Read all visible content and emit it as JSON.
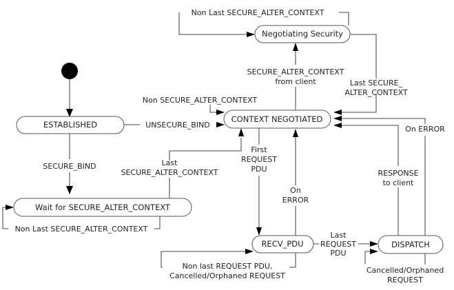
{
  "diagram": {
    "type": "state-machine",
    "initial_state": "ESTABLISHED",
    "states": {
      "established": "ESTABLISHED",
      "wait_secure": "Wait for SECURE_ALTER_CONTEXT",
      "context_negotiated": "CONTEXT NEGOTIATED",
      "negotiating_security": "Negotiating Security",
      "recv_pdu": "RECV_PDU",
      "dispatch": "DISPATCH"
    },
    "transitions": {
      "neg_self": [
        "Non Last SECURE_ALTER_CONTEXT"
      ],
      "ctx_to_neg": [
        "SECURE_ALTER_CONTEXT",
        "from client"
      ],
      "neg_to_ctx": [
        "Last SECURE_",
        "ALTER_CONTEXT"
      ],
      "ctx_self": [
        "Non SECURE_ALTER_CONTEXT"
      ],
      "est_to_ctx": [
        "UNSECURE_BIND"
      ],
      "est_to_wait": [
        "SECURE_BIND"
      ],
      "wait_to_ctx": [
        "Last",
        "SECURE_ALTER_CONTEXT"
      ],
      "wait_self": [
        "Non Last SECURE_ALTER_CONTEXT"
      ],
      "ctx_to_recv": [
        "First",
        "REQUEST",
        "PDU"
      ],
      "recv_to_ctx": [
        "On",
        "ERROR"
      ],
      "recv_self": [
        "Non last REQUEST PDU,",
        "Cancelled/Orphaned REQUEST"
      ],
      "recv_to_dispatch": [
        "Last",
        "REQUEST",
        "PDU"
      ],
      "dispatch_to_ctx_response": [
        "RESPONSE",
        "to client"
      ],
      "dispatch_to_ctx_error": [
        "On ERROR"
      ],
      "dispatch_self": [
        "Cancelled/Orphaned",
        "REQUEST"
      ]
    }
  }
}
